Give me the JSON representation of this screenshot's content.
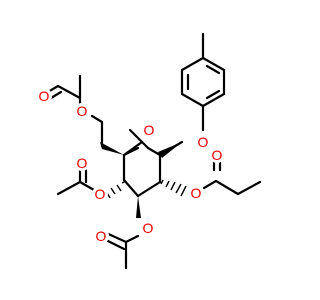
{
  "colors": {
    "background": "#ffffff",
    "bond": "#000000",
    "oxygen": "#e60000"
  },
  "atoms": {
    "o_ring": "O",
    "o_aryl": "O",
    "o_c2": "O",
    "o_c2_carbonyl": "O",
    "o_c3": "O",
    "o_c3_carbonyl": "O",
    "o_c4": "O",
    "o_c4_carbonyl": "O",
    "o_c6": "O",
    "o_c6_carbonyl": "O"
  }
}
